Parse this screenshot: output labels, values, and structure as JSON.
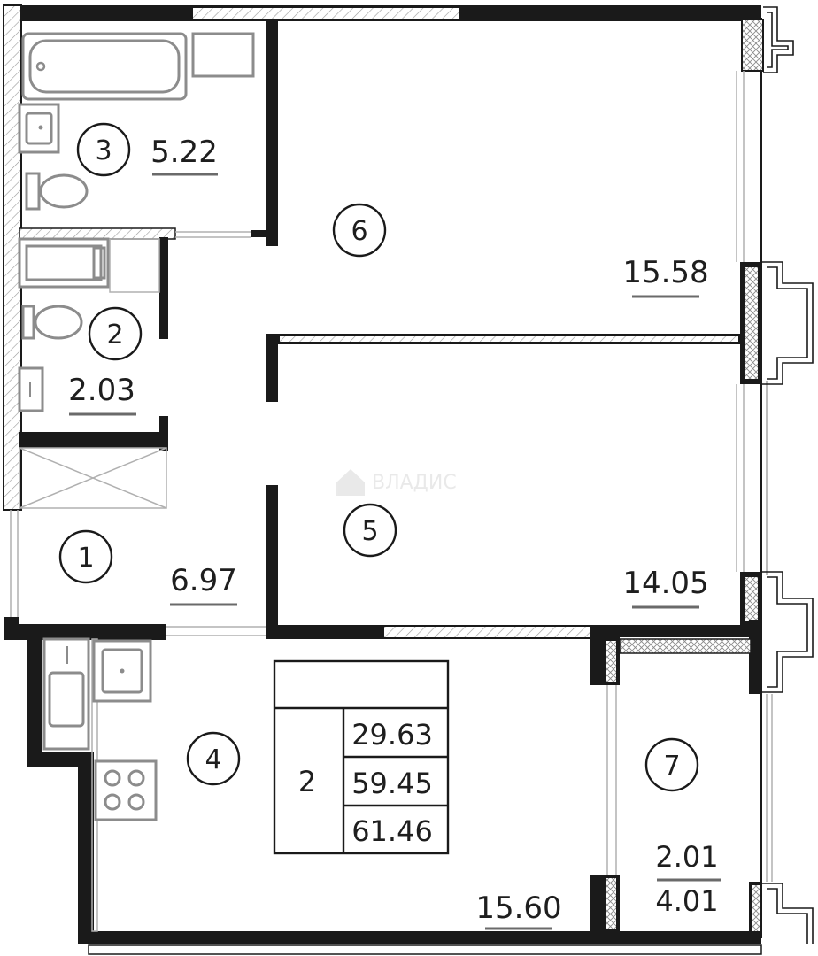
{
  "rooms": [
    {
      "id": "1",
      "area": "6.97"
    },
    {
      "id": "2",
      "area": "2.03"
    },
    {
      "id": "3",
      "area": "5.22"
    },
    {
      "id": "4",
      "area": "15.60"
    },
    {
      "id": "5",
      "area": "14.05"
    },
    {
      "id": "6",
      "area": "15.58"
    },
    {
      "id": "7",
      "area": "2.01",
      "area_reduced": "4.01"
    }
  ],
  "summary": {
    "rooms_count": "2",
    "living_area": "29.63",
    "total_area": "59.45",
    "total_area_with_balcony": "61.46"
  },
  "watermark": "ВЛАДИС"
}
